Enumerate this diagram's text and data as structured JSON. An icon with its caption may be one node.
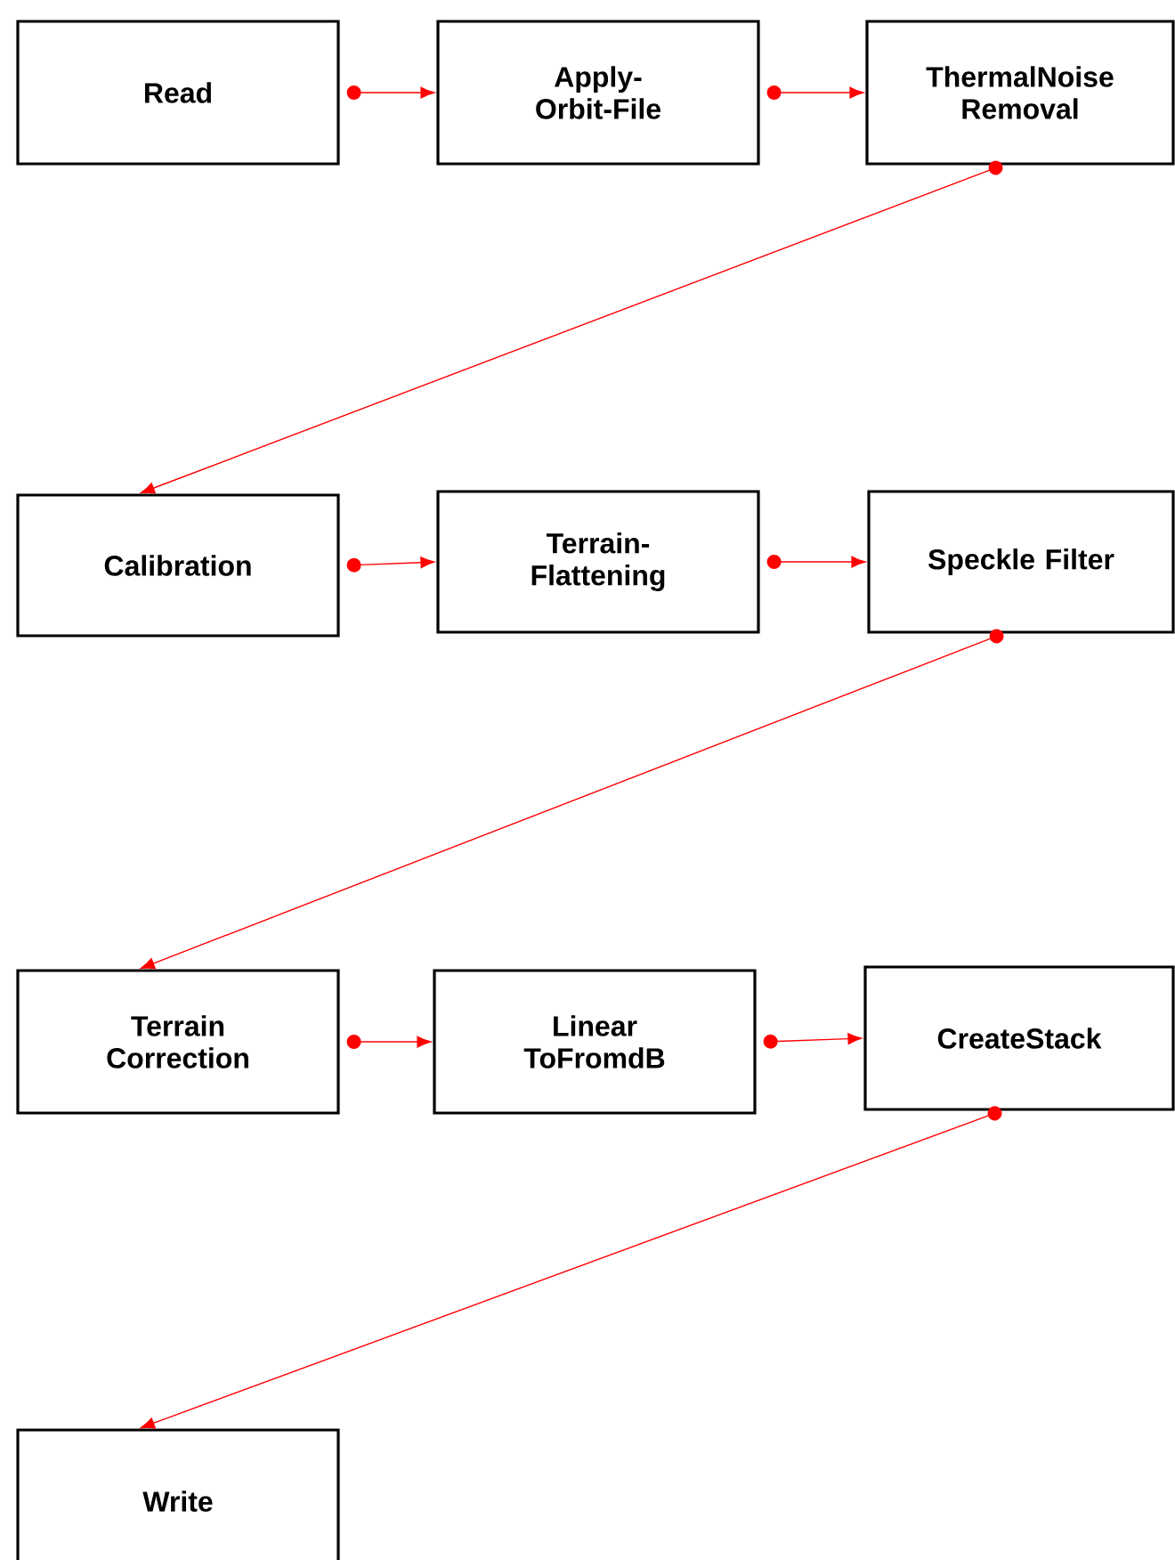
{
  "diagram": {
    "nodes": [
      {
        "text": [
          "Read"
        ]
      },
      {
        "text": [
          "Apply- Orbit-File"
        ]
      },
      {
        "text": [
          "ThermalNoise Removal"
        ]
      },
      {
        "text": [
          "Calibration"
        ]
      },
      {
        "text": [
          "Terrain- Flattening"
        ]
      },
      {
        "text": [
          "Speckle Filter"
        ]
      },
      {
        "text": [
          "Terrain Correction"
        ]
      },
      {
        "text": [
          "Linear ToFromdB"
        ]
      },
      {
        "text": [
          "CreateStack"
        ]
      },
      {
        "text": [
          "Write"
        ]
      }
    ],
    "edges": [
      {
        "from": 0,
        "to": 1,
        "arrow": "to",
        "color": "#ff0000"
      },
      {
        "from": 1,
        "to": 2,
        "arrow": "to",
        "color": "#ff0000"
      },
      {
        "from": 2,
        "to": 3,
        "arrow": "to",
        "color": "#ff0000"
      },
      {
        "from": 3,
        "to": 4,
        "arrow": "to",
        "color": "#ff0000"
      },
      {
        "from": 4,
        "to": 5,
        "arrow": "to",
        "color": "#ff0000"
      },
      {
        "from": 5,
        "to": 6,
        "arrow": "to",
        "color": "#ff0000"
      },
      {
        "from": 6,
        "to": 7,
        "arrow": "to",
        "color": "#ff0000"
      },
      {
        "from": 7,
        "to": 8,
        "arrow": "to",
        "color": "#ff0000"
      },
      {
        "from": 8,
        "to": 9,
        "arrow": "to",
        "color": "#ff0000"
      }
    ]
  }
}
